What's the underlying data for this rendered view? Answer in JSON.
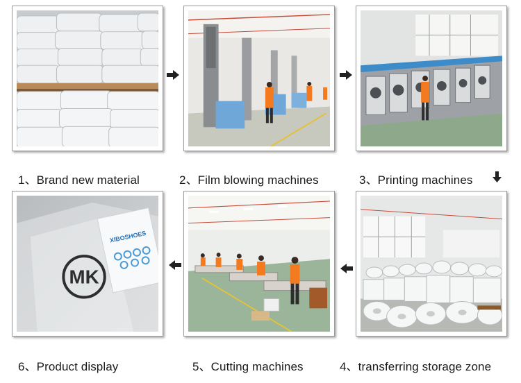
{
  "steps": [
    {
      "label": "1、Brand new material",
      "photo": "white-material-sacks"
    },
    {
      "label": "2、Film blowing machines",
      "photo": "film-blowing-workshop"
    },
    {
      "label": "3、Printing machines",
      "photo": "printing-press-line"
    },
    {
      "label": "4、transferring storage zone",
      "photo": "film-roll-storage"
    },
    {
      "label": "5、Cutting machines",
      "photo": "cutting-workshop"
    },
    {
      "label": "6、Product display",
      "photo": "printed-plastic-bags",
      "bag_brand": "XIBOSHOES",
      "logo_text": "MK"
    }
  ],
  "arrow_icon": "black-arrow",
  "colors": {
    "worker_uniform": "#f47a1f",
    "machine_blue": "#6fa8d8",
    "floor_green": "#8da88a"
  }
}
